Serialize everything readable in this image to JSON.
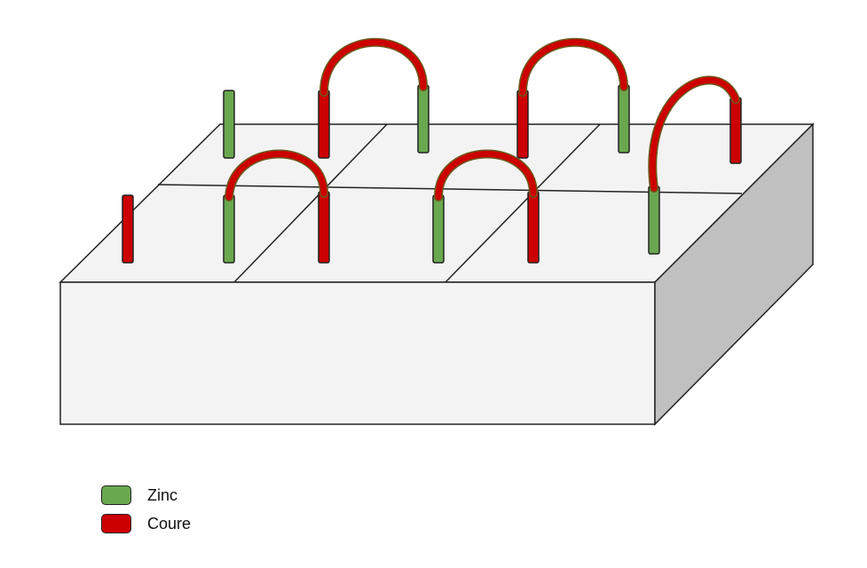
{
  "colors": {
    "zinc": "#6aa84f",
    "copper": "#cc0000",
    "block_top": "#f3f3f3",
    "block_side": "#c0c0c0",
    "outline": "#222222"
  },
  "legend": {
    "items": [
      {
        "label": "Zinc",
        "color": "#6aa84f"
      },
      {
        "label": "Coure",
        "color": "#cc0000"
      }
    ]
  },
  "diagram": {
    "cells": 6,
    "rows": 2,
    "columns": 3,
    "connections": 5
  }
}
